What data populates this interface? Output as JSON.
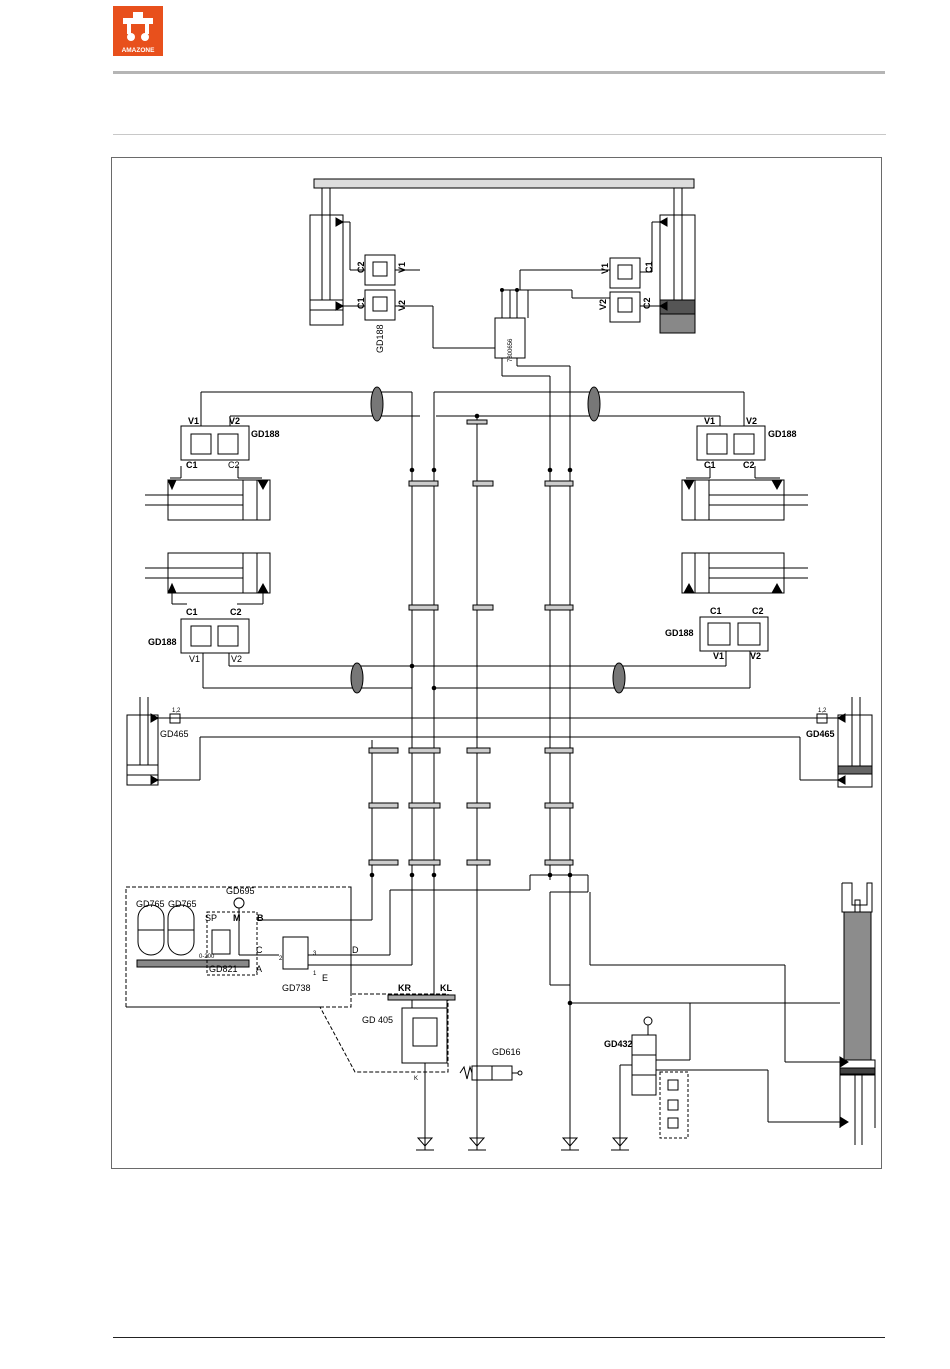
{
  "header": {
    "logo_text": "AMAZONE",
    "accent_color": "#e8501c",
    "rule_color": "#b5b5b5"
  },
  "diagram": {
    "type": "hydraulic circuit diagram",
    "labels": {
      "gd188": "GD188",
      "v1": "V1",
      "v2": "V2",
      "c1": "C1",
      "c2": "C2",
      "part_no": "7800656",
      "gd465": "GD465",
      "ratio": "1,2",
      "gd765_a": "GD765",
      "gd765_b": "GD765",
      "gd695": "GD695",
      "sp": "SP",
      "m": "M",
      "b": "B",
      "c": "C",
      "a": "A",
      "d": "D",
      "e": "E",
      "gd821": "GD821",
      "gd738": "GD738",
      "port2": "2",
      "port3": "3",
      "port1": "1",
      "range": "0-200",
      "kr": "KR",
      "kl": "KL",
      "gd405": "GD 405",
      "k": "K",
      "gd616": "GD616",
      "gd432": "GD432"
    },
    "line_color": "#000000",
    "fill_grey": "#8c8c8c"
  }
}
